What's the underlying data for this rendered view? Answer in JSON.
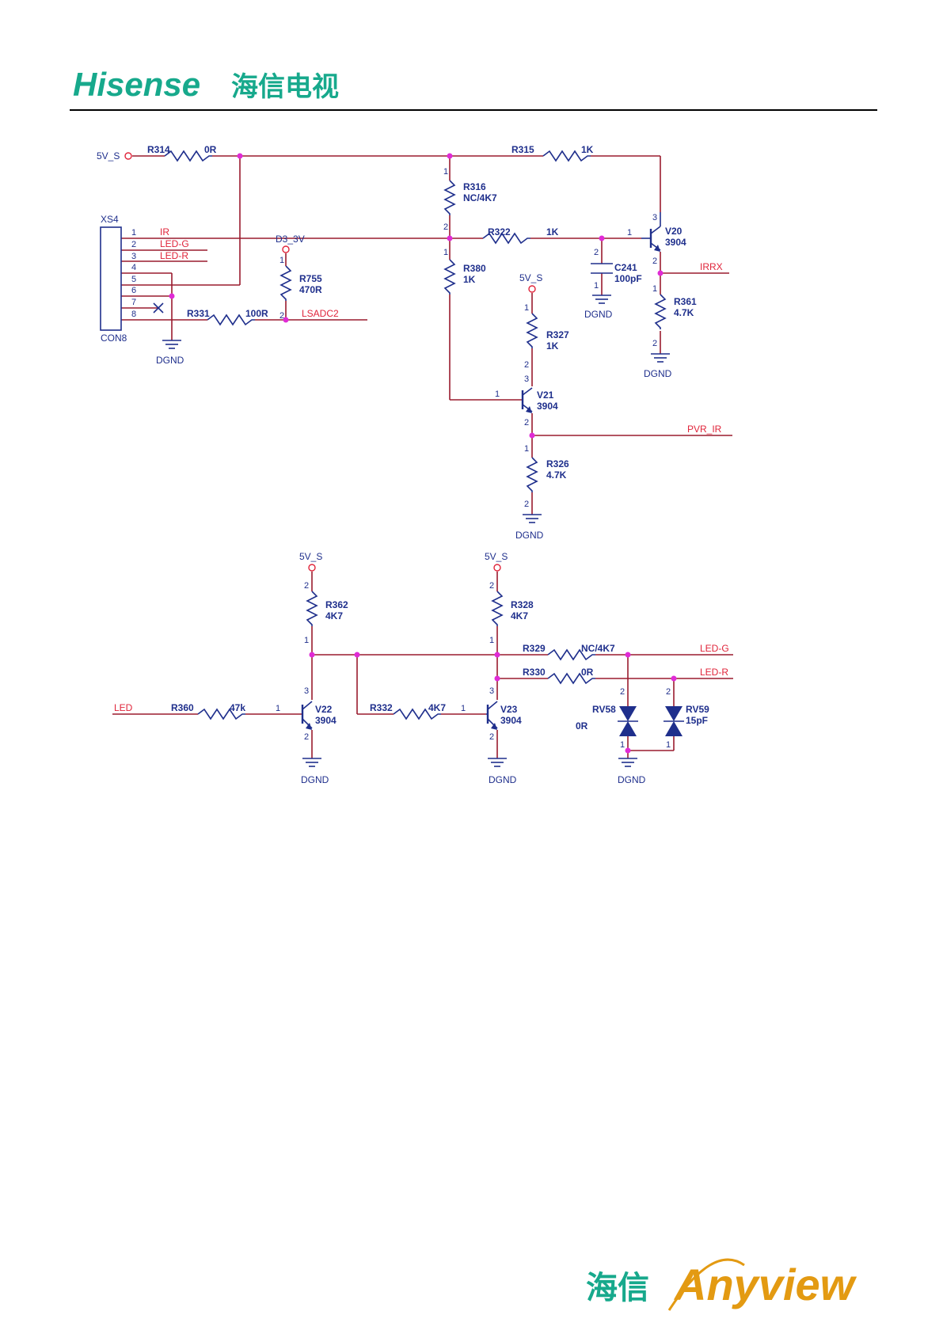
{
  "header": {
    "brand_logo": "Hisense",
    "brand_cn": "海信电视"
  },
  "footer": {
    "logo_cn": "海信",
    "logo_en": "Anyview"
  },
  "colors": {
    "wire": "#9a1b2e",
    "component": "#1f2f8c",
    "net_label": "#e0243a",
    "junction": "#e02bd6"
  },
  "connector": {
    "ref": "XS4",
    "type": "CON8",
    "pins": [
      "1",
      "2",
      "3",
      "4",
      "5",
      "6",
      "7",
      "8"
    ],
    "nets": {
      "p1": "IR",
      "p2": "LED-G",
      "p3": "LED-R"
    }
  },
  "power": {
    "v5": "5V_S",
    "v33": "D3_3V",
    "gnd": "DGND"
  },
  "nets": {
    "lsadc": "LSADC2",
    "irrx": "IRRX",
    "pvr": "PVR_IR",
    "led": "LED",
    "ledg": "LED-G",
    "ledr": "LED-R"
  },
  "pins": {
    "p1": "1",
    "p2": "2",
    "p3": "3"
  },
  "components": {
    "R314": {
      "ref": "R314",
      "value": "0R"
    },
    "R315": {
      "ref": "R315",
      "value": "1K"
    },
    "R316": {
      "ref": "R316",
      "value": "NC/4K7"
    },
    "R322": {
      "ref": "R322",
      "value": "1K"
    },
    "R380": {
      "ref": "R380",
      "value": "1K"
    },
    "R755": {
      "ref": "R755",
      "value": "470R"
    },
    "R331": {
      "ref": "R331",
      "value": "100R"
    },
    "R327": {
      "ref": "R327",
      "value": "1K"
    },
    "R326": {
      "ref": "R326",
      "value": "4.7K"
    },
    "R361": {
      "ref": "R361",
      "value": "4.7K"
    },
    "C241": {
      "ref": "C241",
      "value": "100pF"
    },
    "V20": {
      "ref": "V20",
      "value": "3904"
    },
    "V21": {
      "ref": "V21",
      "value": "3904"
    },
    "V22": {
      "ref": "V22",
      "value": "3904"
    },
    "V23": {
      "ref": "V23",
      "value": "3904"
    },
    "R362": {
      "ref": "R362",
      "value": "4K7"
    },
    "R328": {
      "ref": "R328",
      "value": "4K7"
    },
    "R329": {
      "ref": "R329",
      "value": "NC/4K7"
    },
    "R330": {
      "ref": "R330",
      "value": "0R"
    },
    "R360": {
      "ref": "R360",
      "value": "47k"
    },
    "R332": {
      "ref": "R332",
      "value": "4K7"
    },
    "RV58": {
      "ref": "RV58",
      "value": "0R"
    },
    "RV59": {
      "ref": "RV59",
      "value": "15pF"
    }
  }
}
